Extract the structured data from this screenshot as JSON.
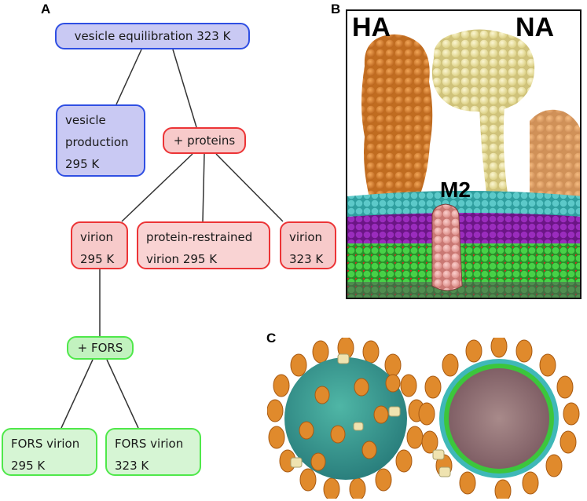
{
  "labels": {
    "a": "A",
    "b": "B",
    "c": "C"
  },
  "diagram": {
    "root": "vesicle equilibration 323 K",
    "vesicle_production": [
      "vesicle",
      "production",
      "295 K"
    ],
    "proteins": "+ proteins",
    "virion_295": [
      "virion",
      "295 K"
    ],
    "protein_restrained": [
      "protein-restrained",
      "virion 295 K"
    ],
    "virion_323": [
      "virion",
      "323 K"
    ],
    "fors": "+ FORS",
    "fors_295": [
      "FORS virion",
      "295 K"
    ],
    "fors_323": [
      "FORS virion",
      "323 K"
    ]
  },
  "panel_b": {
    "ha": "HA",
    "na": "NA",
    "m2": "M2"
  },
  "colors": {
    "blue_fill": "#c9c9f3",
    "blue_border": "#2f4fe3",
    "red_fill": "#f7caca",
    "red_border": "#ec3436",
    "green_fill": "#d6f5d4",
    "green_border": "#4fe84a",
    "ha_orange": "#e08a2c",
    "na_yellow": "#f3eaa4",
    "m2_pink": "#f2a9a6",
    "lipid_cyan": "#3fb8b8",
    "lipid_purple": "#8a1fa8",
    "lipid_green": "#3cc63c"
  }
}
